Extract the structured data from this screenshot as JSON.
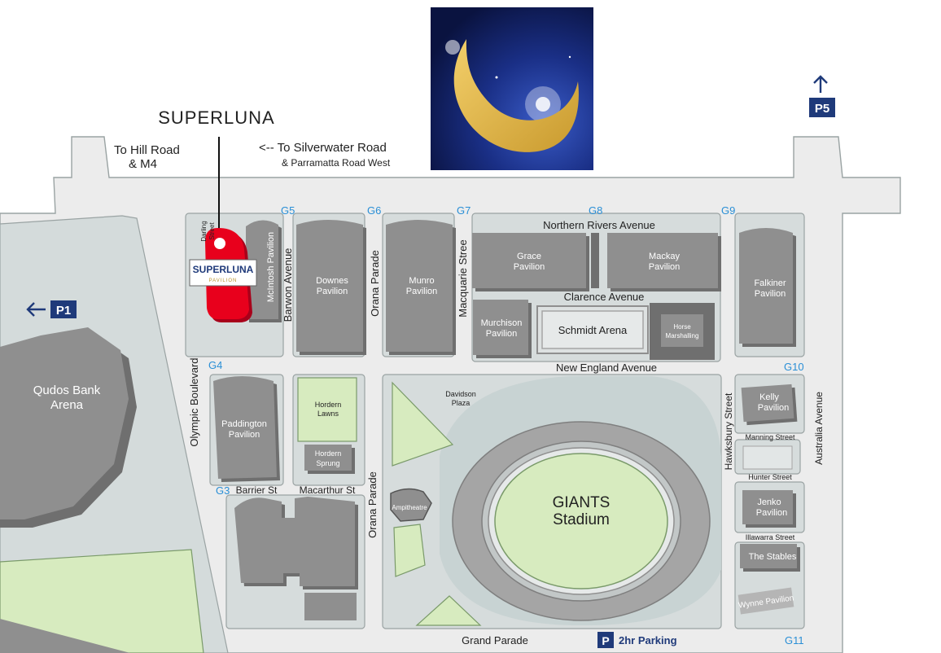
{
  "event": {
    "title": "SUPERLUNA",
    "marker_logo_text": "SUPERLUNA",
    "marker_logo_subtext": "PAVILION"
  },
  "directions": {
    "hill_road_line1": "To Hill Road",
    "hill_road_line2": "& M4",
    "silverwater_line1": "<-- To Silverwater Road",
    "silverwater_line2": "& Parramatta Road West"
  },
  "parking": {
    "p1": "P1",
    "p5": "P5",
    "p_symbol": "P",
    "two_hour": "2hr Parking"
  },
  "gates": {
    "g3": "G3",
    "g4": "G4",
    "g5": "G5",
    "g6": "G6",
    "g7": "G7",
    "g8": "G8",
    "g9": "G9",
    "g10": "G10",
    "g11": "G11"
  },
  "streets": {
    "darling_l1": "Darling",
    "darling_l2": "Street",
    "barwon": "Barwon Avenue",
    "orana_top": "Orana Parade",
    "orana_bottom": "Orana Parade",
    "macquarie": "Macquarie Stree",
    "northern_rivers": "Northern Rivers Avenue",
    "clarence": "Clarence Avenue",
    "new_england": "New England Avenue",
    "olympic": "Olympic Boulevard",
    "barrier": "Barrier St",
    "macarthur": "Macarthur St",
    "hawkesbury": "Hawksbury Street",
    "australia": "Australia Avenue",
    "manning": "Manning Street",
    "hunter": "Hunter Street",
    "illawarra": "Illawarra Street",
    "grand_parade": "Grand Parade"
  },
  "venues": {
    "qudos_l1": "Qudos Bank",
    "qudos_l2": "Arena",
    "mcintosh": "McIntosh Pavilion",
    "downes_l1": "Downes",
    "downes_l2": "Pavilion",
    "munro_l1": "Munro",
    "munro_l2": "Pavilion",
    "grace_l1": "Grace",
    "grace_l2": "Pavilion",
    "mackay_l1": "Mackay",
    "mackay_l2": "Pavilion",
    "falkiner_l1": "Falkiner",
    "falkiner_l2": "Pavilion",
    "murchison_l1": "Murchison",
    "murchison_l2": "Pavilion",
    "schmidt": "Schmidt Arena",
    "horse_l1": "Horse",
    "horse_l2": "Marshalling",
    "paddington_l1": "Paddington",
    "paddington_l2": "Pavilion",
    "hordern_lawns_l1": "Hordern",
    "hordern_lawns_l2": "Lawns",
    "hordern_sprung_l1": "Hordern",
    "hordern_sprung_l2": "Sprung",
    "davidson_l1": "Davidson",
    "davidson_l2": "Plaza",
    "ampitheatre": "Ampitheatre",
    "giants_l1": "GIANTS",
    "giants_l2": "Stadium",
    "kelly_l1": "Kelly",
    "kelly_l2": "Pavilion",
    "jenko_l1": "Jenko",
    "jenko_l2": "Pavilion",
    "stables": "The Stables",
    "wynne": "Wynne Pavilion"
  },
  "colors": {
    "marker_red": "#e8001c",
    "parking_navy": "#1f3a7a",
    "gate_blue": "#2a8fd6",
    "stadium_green": "#d7ebbf"
  }
}
